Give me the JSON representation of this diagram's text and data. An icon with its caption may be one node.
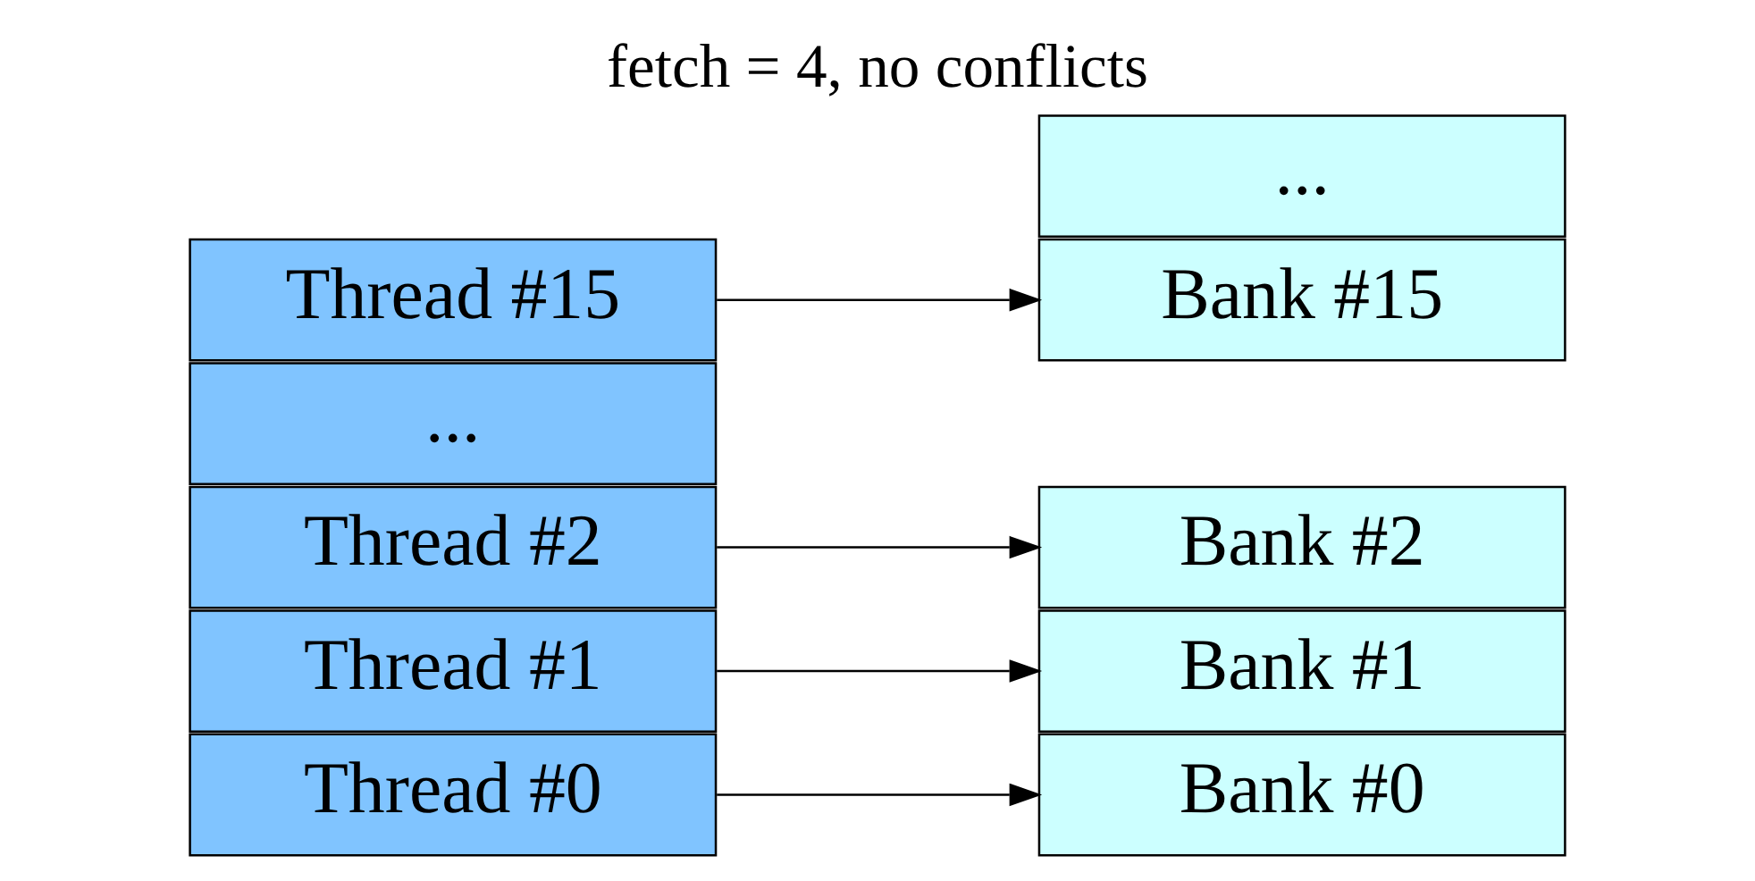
{
  "diagram": {
    "title": "fetch = 4, no conflicts",
    "nodes": [
      {
        "text": [
          "Thread #0"
        ]
      },
      {
        "text": [
          "Thread #1"
        ]
      },
      {
        "text": [
          "Thread #2"
        ]
      },
      {
        "text": [
          "..."
        ]
      },
      {
        "text": [
          "Thread #15"
        ]
      },
      {
        "text": [
          "Bank #0"
        ]
      },
      {
        "text": [
          "Bank #1"
        ]
      },
      {
        "text": [
          "Bank #2"
        ]
      },
      {
        "text": [
          "..."
        ]
      },
      {
        "text": [
          "Bank #15"
        ]
      }
    ],
    "edges": [
      {
        "from": 0,
        "to": 5,
        "arrow": "to"
      },
      {
        "from": 1,
        "to": 6,
        "arrow": "to"
      },
      {
        "from": 2,
        "to": 7,
        "arrow": "to"
      },
      {
        "from": 4,
        "to": 9,
        "arrow": "to"
      }
    ]
  }
}
